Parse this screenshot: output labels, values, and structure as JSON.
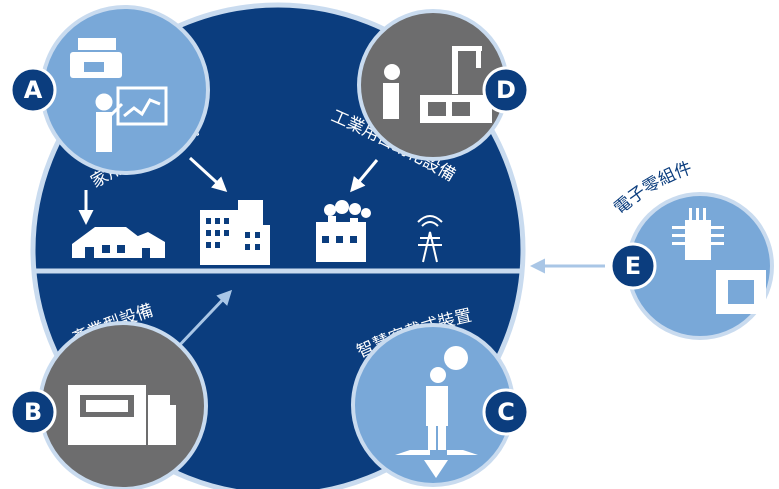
{
  "labels": {
    "home_commercial": "家用與商用設備",
    "industrial_auto": "工業用自動化設備",
    "industrial_equip": "產業型設備",
    "wearable": "智慧穿戴式裝置",
    "components": "電子零組件"
  },
  "badges": {
    "a": "A",
    "b": "B",
    "c": "C",
    "d": "D",
    "e": "E"
  },
  "colors": {
    "navy": "#0b3d7e",
    "light_blue": "#79a8d8",
    "pale_ring": "#c9dbef",
    "gray": "#6d6d6e",
    "arrow_blue": "#a9c6e6"
  }
}
